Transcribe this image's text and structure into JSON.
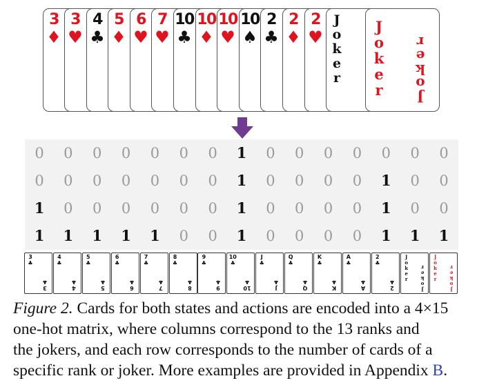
{
  "hand": [
    {
      "rank": "3",
      "suit": "♦",
      "color": "red"
    },
    {
      "rank": "3",
      "suit": "♥",
      "color": "red"
    },
    {
      "rank": "4",
      "suit": "♣",
      "color": "black"
    },
    {
      "rank": "5",
      "suit": "♦",
      "color": "red"
    },
    {
      "rank": "6",
      "suit": "♥",
      "color": "red"
    },
    {
      "rank": "7",
      "suit": "♥",
      "color": "red"
    },
    {
      "rank": "10",
      "suit": "♣",
      "color": "black"
    },
    {
      "rank": "10",
      "suit": "♦",
      "color": "red"
    },
    {
      "rank": "10",
      "suit": "♥",
      "color": "red"
    },
    {
      "rank": "10",
      "suit": "♠",
      "color": "black"
    },
    {
      "rank": "2",
      "suit": "♣",
      "color": "black"
    },
    {
      "rank": "2",
      "suit": "♦",
      "color": "red"
    },
    {
      "rank": "2",
      "suit": "♥",
      "color": "red"
    },
    {
      "rank": "Joker",
      "suit": "",
      "color": "black"
    },
    {
      "rank": "Joker",
      "suit": "",
      "color": "red"
    }
  ],
  "matrix": [
    [
      "0",
      "0",
      "0",
      "0",
      "0",
      "0",
      "0",
      "1",
      "0",
      "0",
      "0",
      "0",
      "0",
      "0",
      "0"
    ],
    [
      "0",
      "0",
      "0",
      "0",
      "0",
      "0",
      "0",
      "1",
      "0",
      "0",
      "0",
      "0",
      "1",
      "0",
      "0"
    ],
    [
      "1",
      "0",
      "0",
      "0",
      "0",
      "0",
      "0",
      "1",
      "0",
      "0",
      "0",
      "0",
      "1",
      "0",
      "0"
    ],
    [
      "1",
      "1",
      "1",
      "1",
      "1",
      "0",
      "0",
      "1",
      "0",
      "0",
      "0",
      "0",
      "1",
      "1",
      "1"
    ]
  ],
  "rank_cards": [
    {
      "rank": "3",
      "suit": "♣"
    },
    {
      "rank": "4",
      "suit": "♣"
    },
    {
      "rank": "5",
      "suit": "♣"
    },
    {
      "rank": "6",
      "suit": "♣"
    },
    {
      "rank": "7",
      "suit": "♣"
    },
    {
      "rank": "8",
      "suit": "♣"
    },
    {
      "rank": "9",
      "suit": "♣"
    },
    {
      "rank": "10",
      "suit": "♣"
    },
    {
      "rank": "J",
      "suit": "♣"
    },
    {
      "rank": "Q",
      "suit": "♣"
    },
    {
      "rank": "K",
      "suit": "♣"
    },
    {
      "rank": "A",
      "suit": "♣"
    },
    {
      "rank": "2",
      "suit": "♣"
    },
    {
      "rank": "Joker",
      "suit": "",
      "color": "black"
    },
    {
      "rank": "Joker",
      "suit": "",
      "color": "red"
    }
  ],
  "caption": {
    "label": "Figure 2.",
    "line1_rest": " Cards for both states and actions are encoded into a 4×15",
    "line2": "one-hot matrix, where columns correspond to the 13 ranks and",
    "line3": "the jokers, and each row corresponds to the number of cards of a",
    "line4_pre": "specific rank or joker. More examples are provided in Appendix ",
    "link": "B",
    "line4_post": "."
  },
  "colors": {
    "red": "#e0141e",
    "black": "#111111",
    "arrow": "#6f3c92",
    "matrix_bg": "#f2f2f2",
    "link": "#2a3fbf"
  }
}
